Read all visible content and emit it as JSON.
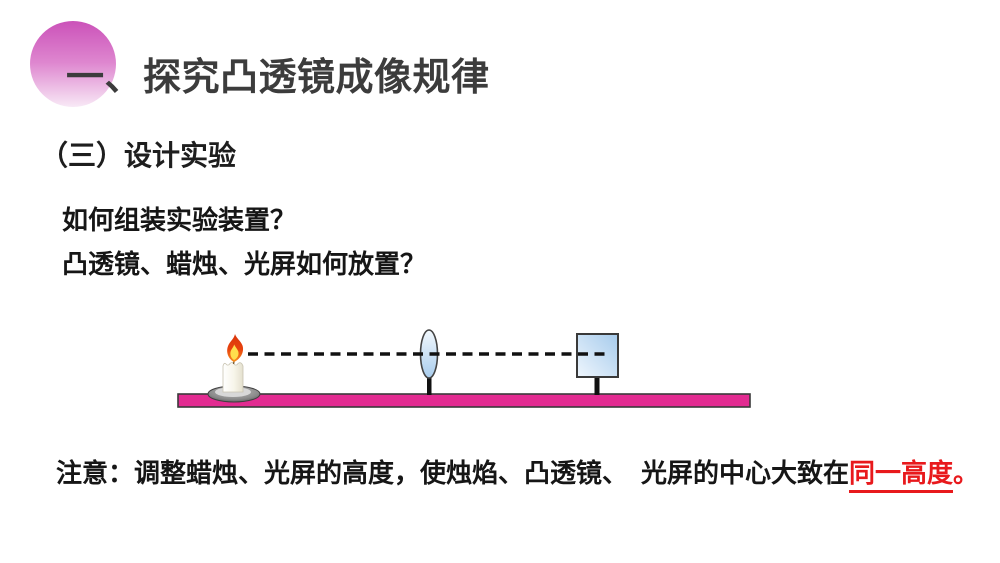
{
  "slide": {
    "title": "一、探究凸透镜成像规律",
    "subtitle": "（三）设计实验",
    "questions": {
      "q1": "如何组装实验装置？",
      "q2": "凸透镜、蜡烛、光屏如何放置？"
    },
    "note": {
      "prefix": "注意：调整蜡烛、光屏的高度，使烛焰、凸透镜、　光屏的中心大致在",
      "highlight": "同一高度",
      "period": "。"
    },
    "diagram": {
      "components": [
        "candle",
        "flame",
        "convex-lens",
        "light-screen",
        "optical-bench",
        "principal-axis-dashed-line"
      ],
      "colors": {
        "bench_fill": "#E22B91",
        "bench_border": "#3A3A3A",
        "flame_outer": "#E8430E",
        "flame_inner": "#FFDE4D",
        "lens_fill": "#A9CDED",
        "screen_fill": "#A6CBEC",
        "stand": "#111111"
      }
    },
    "colors": {
      "decorative_circle_top": "#CB52B9",
      "decorative_circle_bottom": "#F8E9F6",
      "highlight_red": "#E8191C",
      "title_text": "#3C3C3C"
    }
  }
}
